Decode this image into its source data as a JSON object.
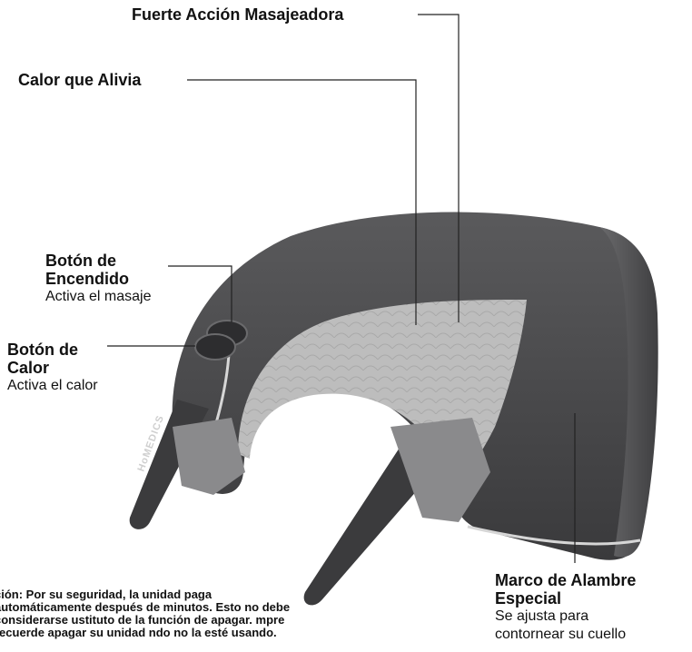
{
  "callouts": {
    "massage": {
      "title": "Fuerte Acción Masajeadora"
    },
    "heat_relief": {
      "title": "Calor que Alivia"
    },
    "power_button": {
      "title_line1": "Botón de",
      "title_line2": "Encendido",
      "desc": "Activa el masaje"
    },
    "heat_button": {
      "title_line1": "Botón de",
      "title_line2": "Calor",
      "desc": "Activa el calor"
    },
    "wire_frame": {
      "title_line1": "Marco de Alambre",
      "title_line2": "Especial",
      "desc_line1": "Se ajusta para",
      "desc_line2": "contornear su cuello"
    }
  },
  "caution_note": "ción: Por su seguridad, la unidad paga automáticamente después de minutos. Esto no debe considerarse ustituto de la función de apagar. mpre recuerde apagar su unidad ndo no la esté usando.",
  "brand_text": "HoMEDICS",
  "colors": {
    "body": "#4a4a4c",
    "body_dark": "#2f2f31",
    "fabric": "#bdbdbd",
    "accent_line": "#d6d6d6",
    "text": "#111111"
  }
}
